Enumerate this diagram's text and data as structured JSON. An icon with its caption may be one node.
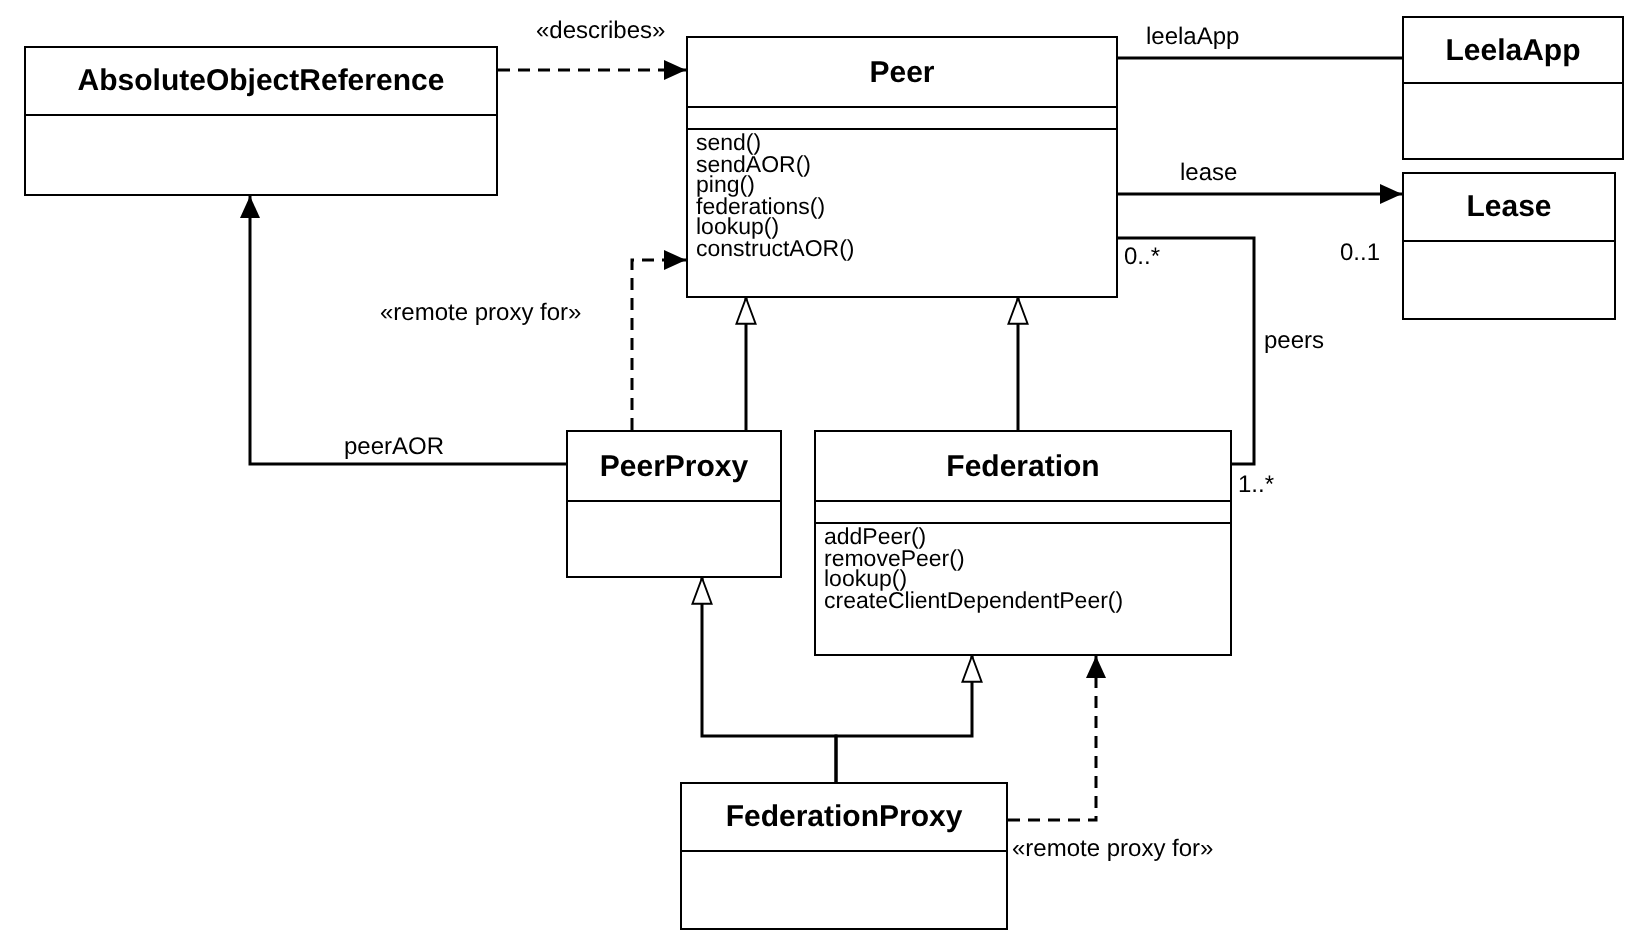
{
  "diagram": {
    "nodes": [
      {
        "text": [
          "AbsoluteObjectReference"
        ]
      },
      {
        "text": [
          "Peer",
          "send()",
          "sendAOR()",
          "ping()",
          "federations()",
          "lookup()",
          "constructAOR()"
        ]
      },
      {
        "text": [
          "LeelaApp"
        ]
      },
      {
        "text": [
          "Lease"
        ]
      },
      {
        "text": [
          "PeerProxy"
        ]
      },
      {
        "text": [
          "Federation",
          "addPeer()",
          "removePeer()",
          "lookup()",
          "createClientDependentPeer()"
        ]
      },
      {
        "text": [
          "FederationProxy"
        ]
      }
    ],
    "edges": [
      {
        "from": 0,
        "to": 1,
        "arrow": "to",
        "label": "«describes»",
        "style": "dashed"
      },
      {
        "from": 1,
        "to": 2,
        "arrow": "none",
        "label": "leelaApp"
      },
      {
        "from": 1,
        "to": 3,
        "arrow": "to",
        "label": "lease"
      },
      {
        "from": 5,
        "to": 1,
        "arrow": "none",
        "label": "peers"
      },
      {
        "from": 4,
        "to": 1,
        "arrow": "to",
        "label": "«remote proxy for»",
        "style": "dashed"
      },
      {
        "from": 4,
        "to": 0,
        "arrow": "to",
        "label": "peerAOR"
      },
      {
        "from": 4,
        "to": 1,
        "arrow": "to"
      },
      {
        "from": 5,
        "to": 1,
        "arrow": "to"
      },
      {
        "from": 6,
        "to": 4,
        "arrow": "to"
      },
      {
        "from": 6,
        "to": 5,
        "arrow": "to"
      },
      {
        "from": 6,
        "to": 5,
        "arrow": "to",
        "label": "«remote proxy for»",
        "style": "dashed"
      }
    ],
    "labels": [
      "0..1",
      "0..*",
      "1..*"
    ]
  }
}
